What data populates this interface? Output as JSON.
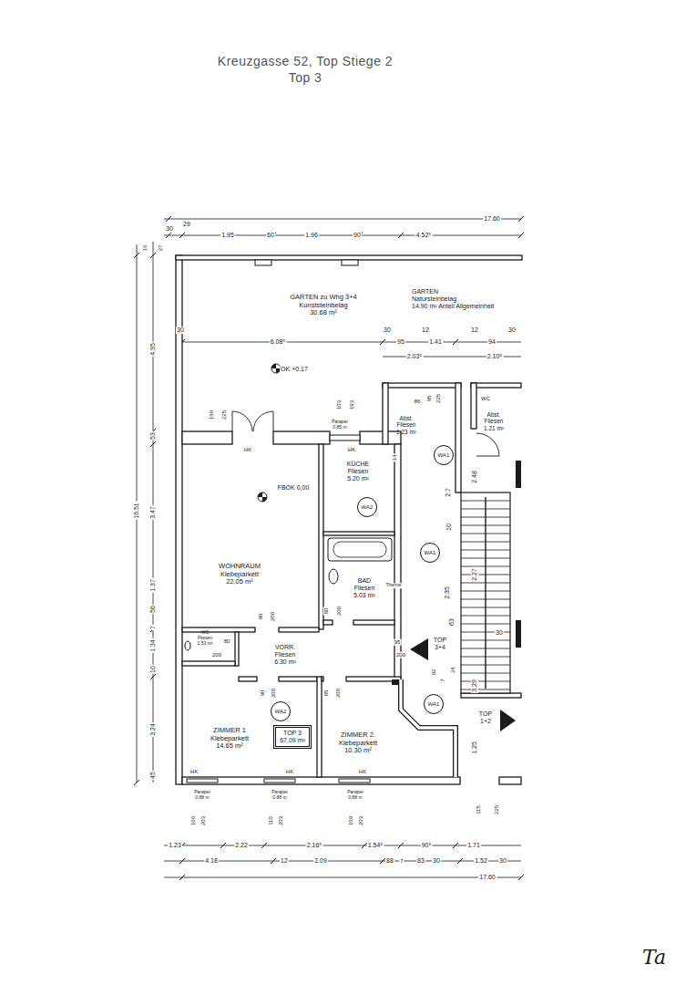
{
  "diagram": {
    "title": "Kreuzgasse 52, Top Stiege 2",
    "nodes": [
      {
        "text": [
          "GARTEN zu Whg 3+4",
          "Kunststeinbelag",
          "30.68 m²"
        ]
      },
      {
        "text": [
          "GARTEN",
          "Natursteinbelag",
          "14.90 m² Anteil Allgemeinheit"
        ]
      },
      {
        "text": [
          "Abst.",
          "Fliesen",
          "1.23 m²"
        ]
      },
      {
        "text": [
          "Abst.",
          "Fliesen",
          "1.21 m²"
        ]
      },
      {
        "text": [
          "KÜCHE",
          "Fliesen",
          "5.20 m²"
        ]
      },
      {
        "text": [
          "WOHNRAUM",
          "Klebeparkett",
          "22,05 m²"
        ]
      },
      {
        "text": [
          "BAD",
          "Fliesen",
          "5.03 m²"
        ]
      },
      {
        "text": [
          "WC",
          "Fliesen",
          "1.53 m²"
        ]
      },
      {
        "text": [
          "VORR.",
          "Fliesen",
          "6.30 m²"
        ]
      },
      {
        "text": [
          "ZIMMER 1",
          "Klebeparkett",
          "14.65 m²"
        ]
      },
      {
        "text": [
          "TOP 3",
          "67,09 m²"
        ]
      },
      {
        "text": [
          "ZIMMER 2.",
          "Klebeparkett",
          "10.30 m²"
        ]
      },
      {
        "text": [
          "WA1"
        ]
      },
      {
        "text": [
          "WA1"
        ]
      },
      {
        "text": [
          "WA1"
        ]
      },
      {
        "text": [
          "WA2"
        ]
      },
      {
        "text": [
          "WA2"
        ]
      }
    ],
    "labels": [
      "Top 3",
      "30",
      "29",
      "1.95",
      "60",
      "1.96",
      "90",
      "4.52⁵",
      "17.60",
      "16",
      "27",
      "4.95",
      "53",
      "3.47",
      "1.37",
      "56",
      "7",
      "1.34",
      "10",
      "3.24",
      "45",
      "16.51",
      "30",
      "6.08⁵",
      "30",
      "12",
      "12",
      "30",
      "95",
      "1.41",
      "94",
      "2.03⁵",
      "2.10⁵",
      "OK +0.17",
      "160",
      "225",
      "103",
      "193",
      "Parapet 0.85 m",
      "86",
      "95",
      "225",
      "WC",
      "14",
      "2.48",
      "2.7",
      "10",
      "2.35",
      "2.27",
      "63",
      "30",
      "92",
      "7",
      "34",
      "3.29",
      "1.25",
      "FBOK 0,00",
      "HK",
      "HK",
      "90",
      "200",
      "80",
      "200",
      "Therme",
      "80",
      "200",
      "95",
      "200",
      "TOP 3+4",
      "90",
      "200",
      "85",
      "200",
      "TOP 1+2",
      "HK",
      "HK",
      "HK",
      "Parapet 0.88 m",
      "Parapet 0.88 m",
      "Parapet 0.88 m",
      "106",
      "203",
      "110",
      "203",
      "109",
      "203",
      "115",
      "225",
      "1.23",
      "2.22",
      "2.16⁵",
      "1.54⁵",
      "90⁵",
      "1.71",
      "4.18",
      "12",
      "2.09",
      "88",
      "7",
      "83",
      "30",
      "1.52",
      "30",
      "17.60",
      "Ta"
    ]
  }
}
